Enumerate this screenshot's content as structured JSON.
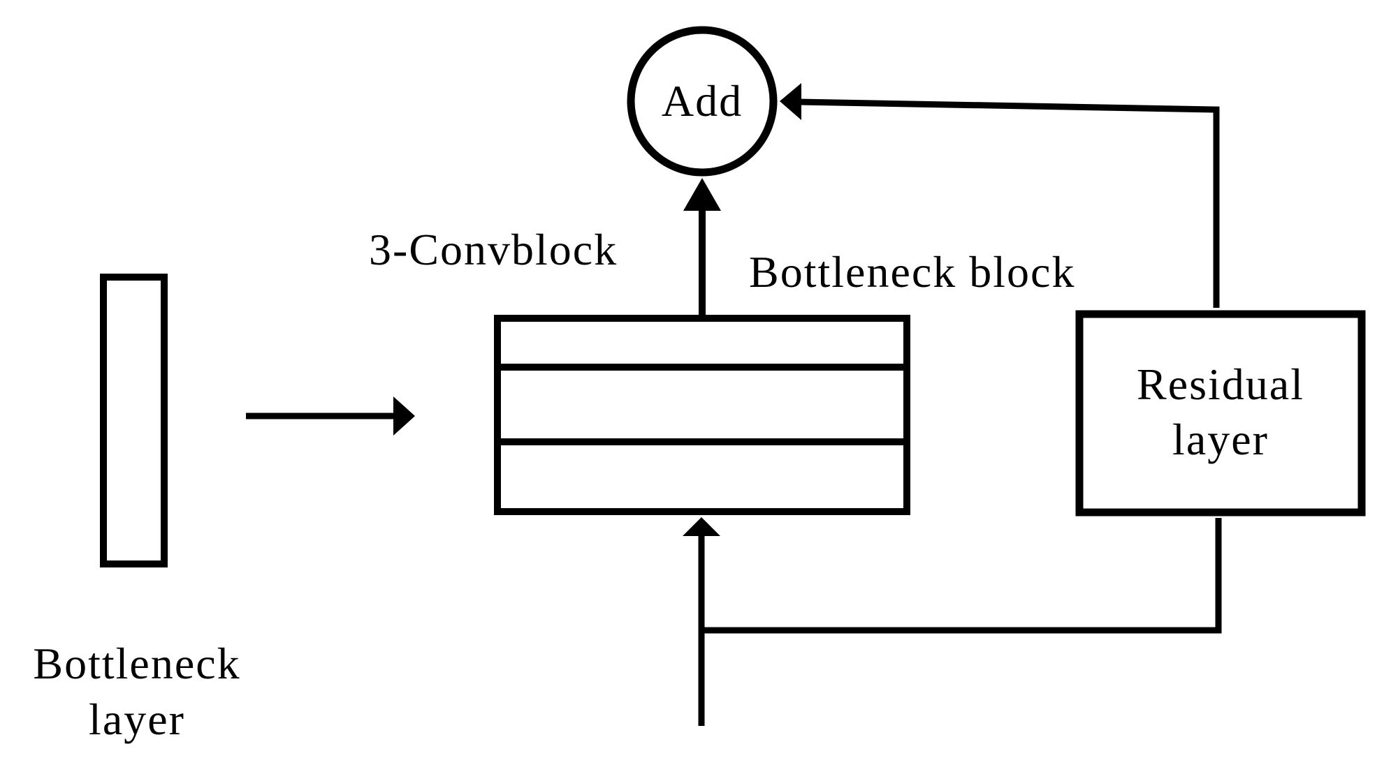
{
  "diagram": {
    "title_hint": "Bottleneck residual block architecture",
    "colors": {
      "background": "#ffffff",
      "stroke": "#000000",
      "text": "#000000"
    },
    "nodes": {
      "add": {
        "shape": "circle",
        "label": "Add"
      },
      "bottleneck_layer": {
        "shape": "tall-rect",
        "label_line1": "Bottleneck",
        "label_line2": "layer"
      },
      "conv_block": {
        "shape": "stacked-rect-3-rows",
        "label": "3-Convblock"
      },
      "bottleneck_block": {
        "label": "Bottleneck block"
      },
      "residual_layer": {
        "shape": "rect",
        "label_line1": "Residual",
        "label_line2": "layer"
      }
    },
    "edges": [
      "bottleneck-layer -> conv-block (arrow right)",
      "input (bottom) -> conv-block (arrow up)",
      "input branch -> residual-layer (bottom)",
      "conv-block -> add (arrow up)",
      "residual-layer -> add (arrow left)"
    ]
  }
}
